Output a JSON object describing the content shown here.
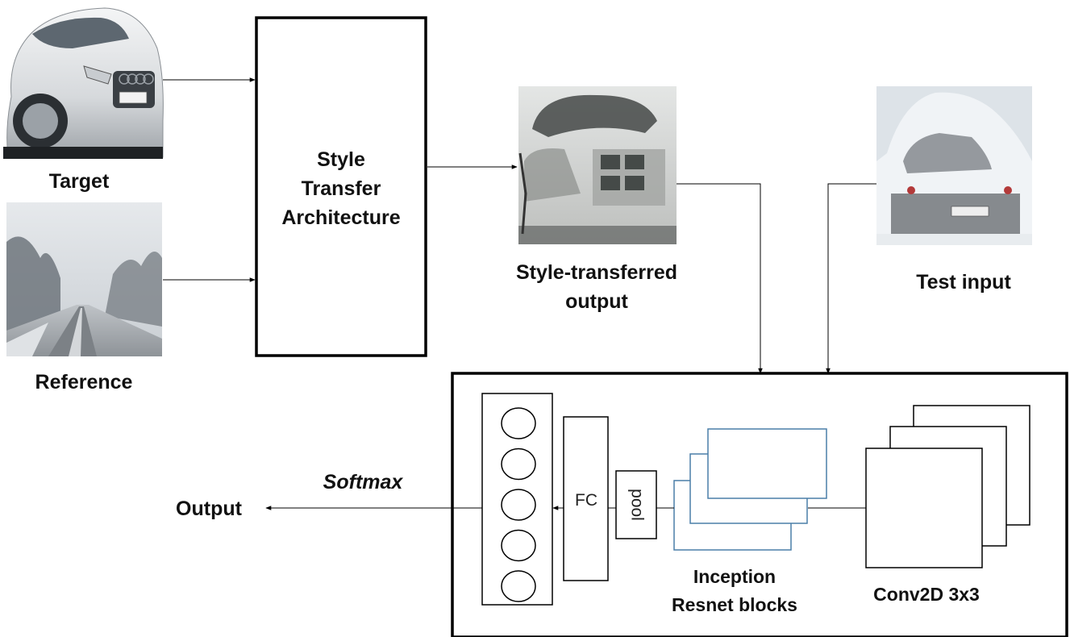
{
  "inputs": {
    "target_label": "Target",
    "reference_label": "Reference",
    "test_label": "Test input"
  },
  "style_transfer": {
    "line1": "Style",
    "line2": "Transfer",
    "line3": "Architecture",
    "output_line1": "Style-transferred",
    "output_line2": "output"
  },
  "network": {
    "fc_label": "FC",
    "pool_label": "pool",
    "inception_line1": "Inception",
    "inception_line2": "Resnet blocks",
    "conv_label": "Conv2D 3x3",
    "softmax_label": "Softmax",
    "output_label": "Output",
    "neuron_count": 5
  },
  "colors": {
    "stroke": "#000000",
    "inception_stroke": "#4a7fa8"
  }
}
